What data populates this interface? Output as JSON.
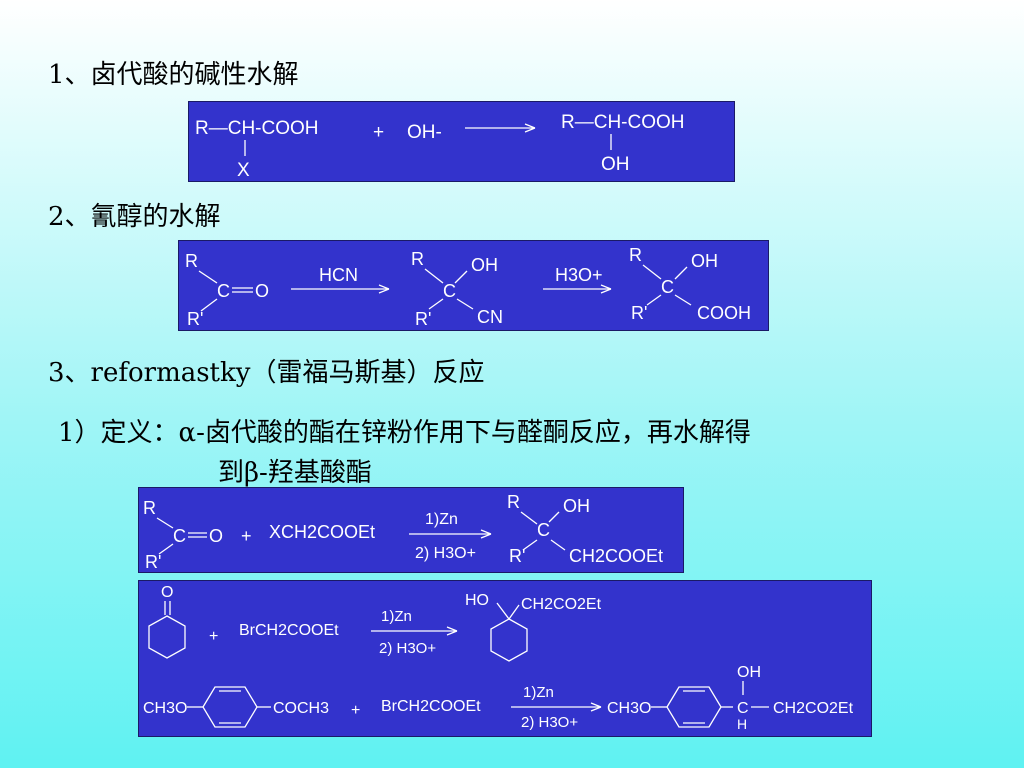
{
  "colors": {
    "panel_bg": "#3333cc",
    "panel_text": "#ffffff",
    "page_bg_top": "#ffffff",
    "page_bg_bottom": "#5ff2f2"
  },
  "sections": [
    {
      "title": "1、卤代酸的碱性水解"
    },
    {
      "title": "2、氰醇的水解"
    },
    {
      "title": "3、reformastky（雷福马斯基）反应"
    }
  ],
  "definition": {
    "line1": "1）定义：α-卤代酸的酯在锌粉作用下与醛酮反应，再水解得",
    "line2": "到β-羟基酸酯"
  },
  "reactions": {
    "r1": {
      "reactant": "R—CH-COOH",
      "substituent": "X",
      "plus": "+",
      "reagent": "OH-",
      "product": "R—CH-COOH",
      "product_substituent": "OH"
    },
    "r2": {
      "step1_reagent": "HCN",
      "step2_reagent": "H3O+",
      "ketone_R": "R",
      "ketone_C": "C",
      "ketone_O": "O",
      "ketone_R2": "R'",
      "int_R": "R",
      "int_OH": "OH",
      "int_C": "C",
      "int_R2": "R'",
      "int_CN": "CN",
      "prod_R": "R",
      "prod_OH": "OH",
      "prod_C": "C",
      "prod_R2": "R'",
      "prod_COOH": "COOH"
    },
    "r3": {
      "R": "R",
      "C": "C",
      "O": "O",
      "R2": "R'",
      "plus": "+",
      "reagent": "XCH2COOEt",
      "cond1": "1)Zn",
      "cond2": "2) H3O+",
      "prod_R": "R",
      "prod_OH": "OH",
      "prod_C": "C",
      "prod_R2": "R'",
      "prod_chain": "CH2COOEt"
    },
    "r4": {
      "ketone_O": "O",
      "plus": "+",
      "reagent": "BrCH2COOEt",
      "cond1": "1)Zn",
      "cond2": "2) H3O+",
      "prod_HO": "HO",
      "prod_chain": "CH2CO2Et"
    },
    "r5": {
      "left_group": "CH3O",
      "right_group": "COCH3",
      "plus": "+",
      "reagent": "BrCH2COOEt",
      "cond1": "1)Zn",
      "cond2": "2) H3O+",
      "prod_left": "CH3O",
      "prod_OH": "OH",
      "prod_C": "C",
      "prod_H": "H",
      "prod_chain": "CH2CO2Et"
    }
  }
}
